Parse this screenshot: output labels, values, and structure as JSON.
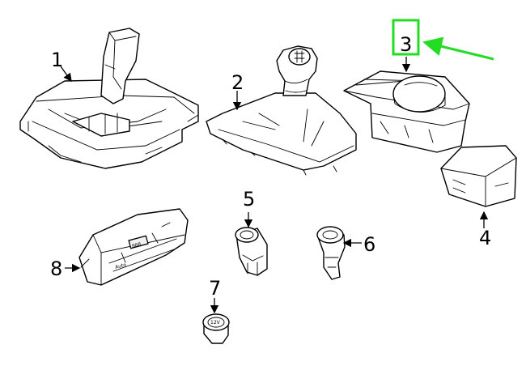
{
  "labels": {
    "p1": "1",
    "p2": "2",
    "p3": "3",
    "p4": "4",
    "p5": "5",
    "p6": "6",
    "p7": "7",
    "p8": "8"
  },
  "highlight": {
    "target": "3",
    "box_color": "#22dd22",
    "arrow_color": "#22dd22"
  },
  "part_markings": {
    "climate_display": "888",
    "climate_auto": "Auto",
    "socket_12v": "12V"
  }
}
